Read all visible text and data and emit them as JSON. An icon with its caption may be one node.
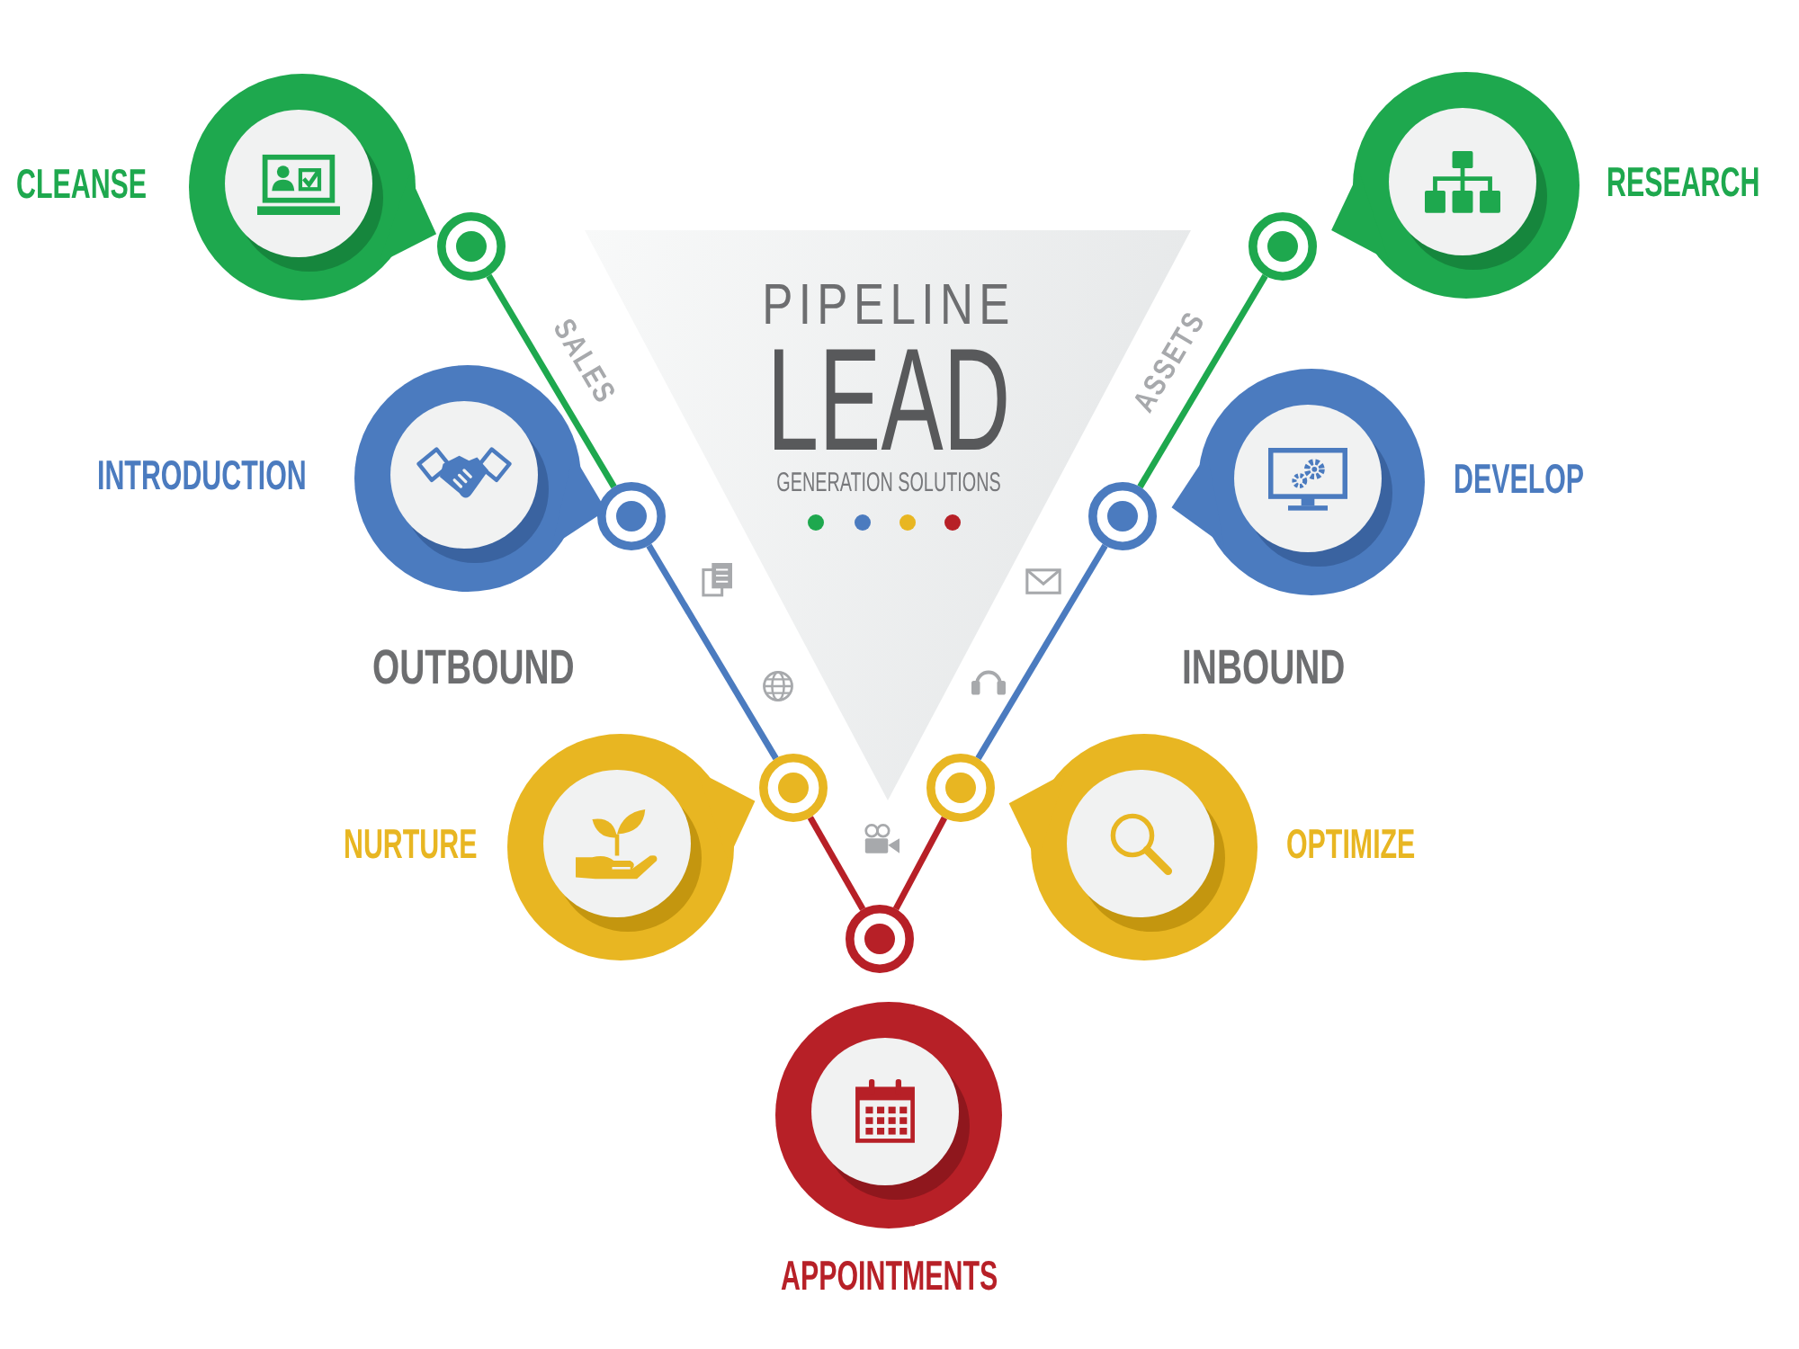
{
  "diagram": {
    "nodes": [
      {
        "text": [
          "CLEANSE"
        ]
      },
      {
        "text": [],
        "shape": "circle"
      },
      {
        "text": [
          "RESEARCH"
        ]
      },
      {
        "text": [],
        "shape": "circle"
      },
      {
        "text": [
          "PIPELINE",
          "LEAD",
          "GENERATION SOLUTIONS"
        ]
      },
      {
        "text": [
          "INTRODUCTION"
        ]
      },
      {
        "text": [],
        "shape": "circle"
      },
      {
        "text": [
          "DEVELOP"
        ]
      },
      {
        "text": [],
        "shape": "circle"
      },
      {
        "text": [
          "NURTURE"
        ]
      },
      {
        "text": [],
        "shape": "circle"
      },
      {
        "text": [],
        "shape": "circle"
      },
      {
        "text": [
          "OPTIMIZE"
        ]
      },
      {
        "text": [],
        "shape": "circle"
      },
      {
        "text": [
          "APPOINTMENTS"
        ]
      }
    ],
    "edges": [
      {
        "from": 1,
        "to": 6,
        "arrow": "none",
        "label": "SALES",
        "color": "#1ea84e"
      },
      {
        "from": 6,
        "to": 10,
        "arrow": "none",
        "color": "#4b7bbf"
      },
      {
        "from": 10,
        "to": 13,
        "arrow": "none",
        "color": "#b72027"
      },
      {
        "from": 13,
        "to": 11,
        "arrow": "none",
        "color": "#b72027"
      },
      {
        "from": 11,
        "to": 8,
        "arrow": "none",
        "color": "#4b7bbf"
      },
      {
        "from": 8,
        "to": 3,
        "arrow": "none",
        "label": "ASSETS",
        "color": "#1ea84e"
      }
    ],
    "labels": [
      "OUTBOUND",
      "INBOUND"
    ]
  }
}
